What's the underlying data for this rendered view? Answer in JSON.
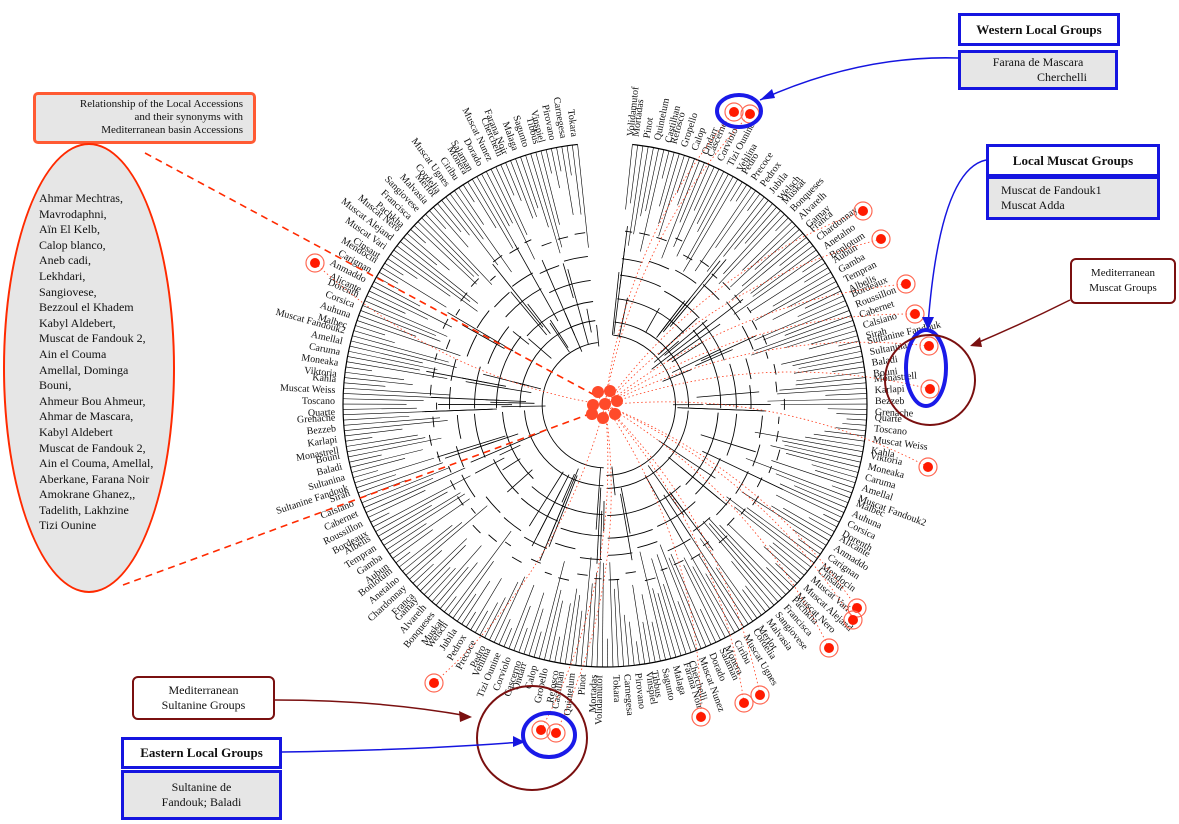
{
  "annotations": {
    "western": {
      "title": "Western  Local Groups",
      "lines": [
        "Farana de Mascara",
        "Cherchelli"
      ]
    },
    "muscat": {
      "title": "Local Muscat Groups",
      "lines": [
        "Muscat de Fandouk1",
        "Muscat Adda"
      ]
    },
    "med_muscat": {
      "lines": [
        "Mediterranean",
        "Muscat Groups"
      ]
    },
    "med_sultanine": {
      "lines": [
        "Mediterranean",
        "Sultanine Groups"
      ]
    },
    "eastern": {
      "title": "Eastern Local Groups",
      "lines": [
        "Sultanine de",
        "Fandouk; Baladi"
      ]
    },
    "relationship": {
      "lines": [
        "Relationship  of the Local Accessions",
        "and their synonyms with",
        "Mediterranean basin Accessions"
      ]
    },
    "synonyms": [
      "Ahmar Mechtras,",
      "Mavrodaphni,",
      "Aïn El Kelb,",
      "Calop blanco,",
      "Aneb cadi,",
      "Lekhdari,",
      "Sangiovese,",
      "Bezzoul el Khadem",
      "Kabyl Aldebert,",
      "Muscat de Fandouk 2,",
      " Ain el Couma",
      "Amellal, Dominga",
      "Bouni,",
      "Ahmeur Bou Ahmeur,",
      "Ahmar de Mascara,",
      "Kabyl Aldebert",
      "Muscat de Fandouk 2,",
      "Ain el Couma, Amellal,",
      "Aberkane, Farana Noir",
      "Amokrane Ghanez,,",
      "Tadelith, Lakhzine",
      "Tizi Ounine"
    ]
  },
  "tree_labels": [
    "Volidamutof",
    "Mortadas",
    "Pinot",
    "Quintelum",
    "Castilhan",
    "Refosco",
    "Gropello",
    "Calop",
    "Ondarr",
    "Cascerno",
    "Corviolo",
    "Tizi Ounine",
    "Vehlina",
    "Pedro",
    "Precoce",
    "Pedrox",
    "Jubila",
    "Welsch",
    "Muskat",
    "Bonqueses",
    "Alvarelh",
    "Gamay",
    "Franca",
    "Chardonnay",
    "Anetalno",
    "Bonlotum",
    "Aubun",
    "Gamba",
    "Tempran",
    "Albelis",
    "Bordeaux",
    "Roussillon",
    "Cabernet",
    "Calsiano",
    "Sirah",
    "Sultanine Fandouk",
    "Sultanina",
    "Baladi",
    "Bouni",
    "Monastrell",
    "Karlapi",
    "Bezzeb",
    "Grenache",
    "Quarte",
    "Toscano",
    "Muscat Weiss",
    "Kahla",
    "Viktoria",
    "Moneaka",
    "Caruma",
    "Amellal",
    "Muscat Fandouk2",
    "Malbec",
    "Auhuna",
    "Corsica",
    "Dorenth",
    "Alicante",
    "Anmaddo",
    "Carignan",
    "Mendocin",
    "Cinsaut",
    "Muscat Vari",
    "Muscat Alejand",
    "Muscat Nero",
    "Pachkha",
    "Francisca",
    "Sangiovese",
    "Malvasia",
    "Merlot",
    "Cordelia",
    "Muscat Ugnes",
    "Ciribu",
    "Monera",
    "Salaman",
    "Dorado",
    "Muscat Nunez",
    "Cherchelli",
    "Farana Noir",
    "Malaga",
    "Sagunto",
    "Tibbus",
    "Vinspiel",
    "Pirovano",
    "Carnegesa",
    "Tokara"
  ]
}
